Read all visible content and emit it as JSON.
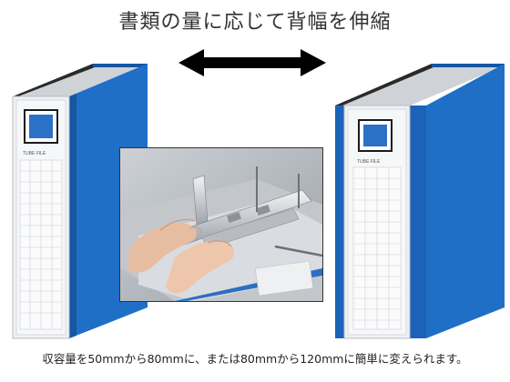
{
  "headline": "書類の量に応じて背幅を伸縮",
  "caption": "収容量を50mmから80mmに、または80mmから120mmに簡単に変えられます。",
  "binder": {
    "spine_label": "TUBE FILE"
  },
  "colors": {
    "binder_blue": "#1f6fc7",
    "binder_blue_dark": "#1656a3",
    "spine_white": "#eef1f4",
    "arrow": "#000000"
  },
  "icons": {
    "arrow": "double-headed-horizontal-arrow"
  }
}
